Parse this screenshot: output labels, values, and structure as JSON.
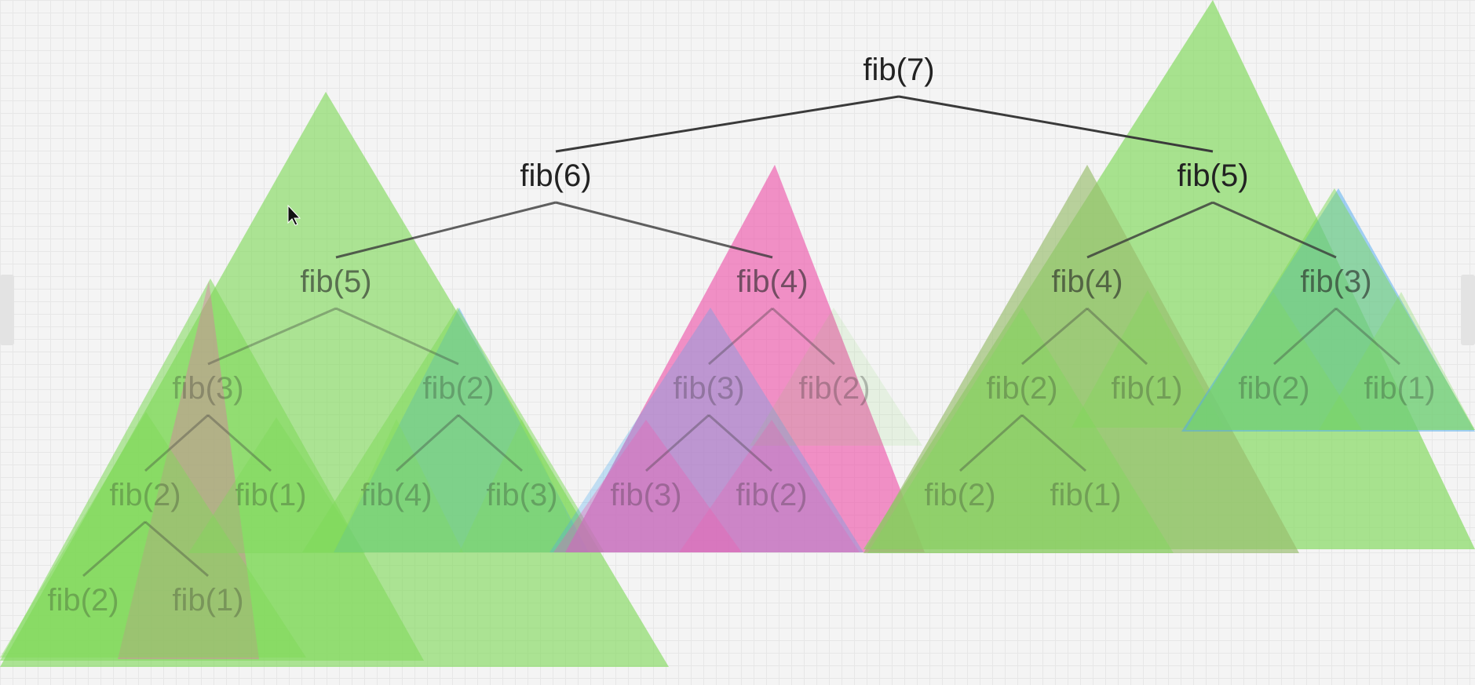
{
  "tree": {
    "nodes": [
      {
        "id": "n1",
        "label": "fib(7)"
      },
      {
        "id": "n2",
        "label": "fib(6)"
      },
      {
        "id": "n3",
        "label": "fib(5)"
      },
      {
        "id": "n4",
        "label": "fib(5)"
      },
      {
        "id": "n5",
        "label": "fib(4)"
      },
      {
        "id": "n6",
        "label": "fib(4)"
      },
      {
        "id": "n7",
        "label": "fib(3)"
      },
      {
        "id": "n8",
        "label": "fib(3)"
      },
      {
        "id": "n9",
        "label": "fib(2)"
      },
      {
        "id": "n10",
        "label": "fib(3)"
      },
      {
        "id": "n11",
        "label": "fib(2)"
      },
      {
        "id": "n12",
        "label": "fib(2)"
      },
      {
        "id": "n13",
        "label": "fib(1)"
      },
      {
        "id": "n14",
        "label": "fib(2)"
      },
      {
        "id": "n15",
        "label": "fib(1)"
      },
      {
        "id": "n16",
        "label": "fib(2)"
      },
      {
        "id": "n17",
        "label": "fib(1)"
      },
      {
        "id": "n18",
        "label": "fib(4)"
      },
      {
        "id": "n19",
        "label": "fib(3)"
      },
      {
        "id": "n20",
        "label": "fib(3)"
      },
      {
        "id": "n21",
        "label": "fib(2)"
      },
      {
        "id": "n22",
        "label": "fib(2)"
      },
      {
        "id": "n23",
        "label": "fib(1)"
      },
      {
        "id": "n24",
        "label": "fib(2)"
      },
      {
        "id": "n25",
        "label": "fib(1)"
      }
    ]
  },
  "colors": {
    "green": "#7ed957",
    "pink": "#ee5fae",
    "blue": "#4aa8f0",
    "edge": "#3a3a3a",
    "label": "#222222"
  }
}
